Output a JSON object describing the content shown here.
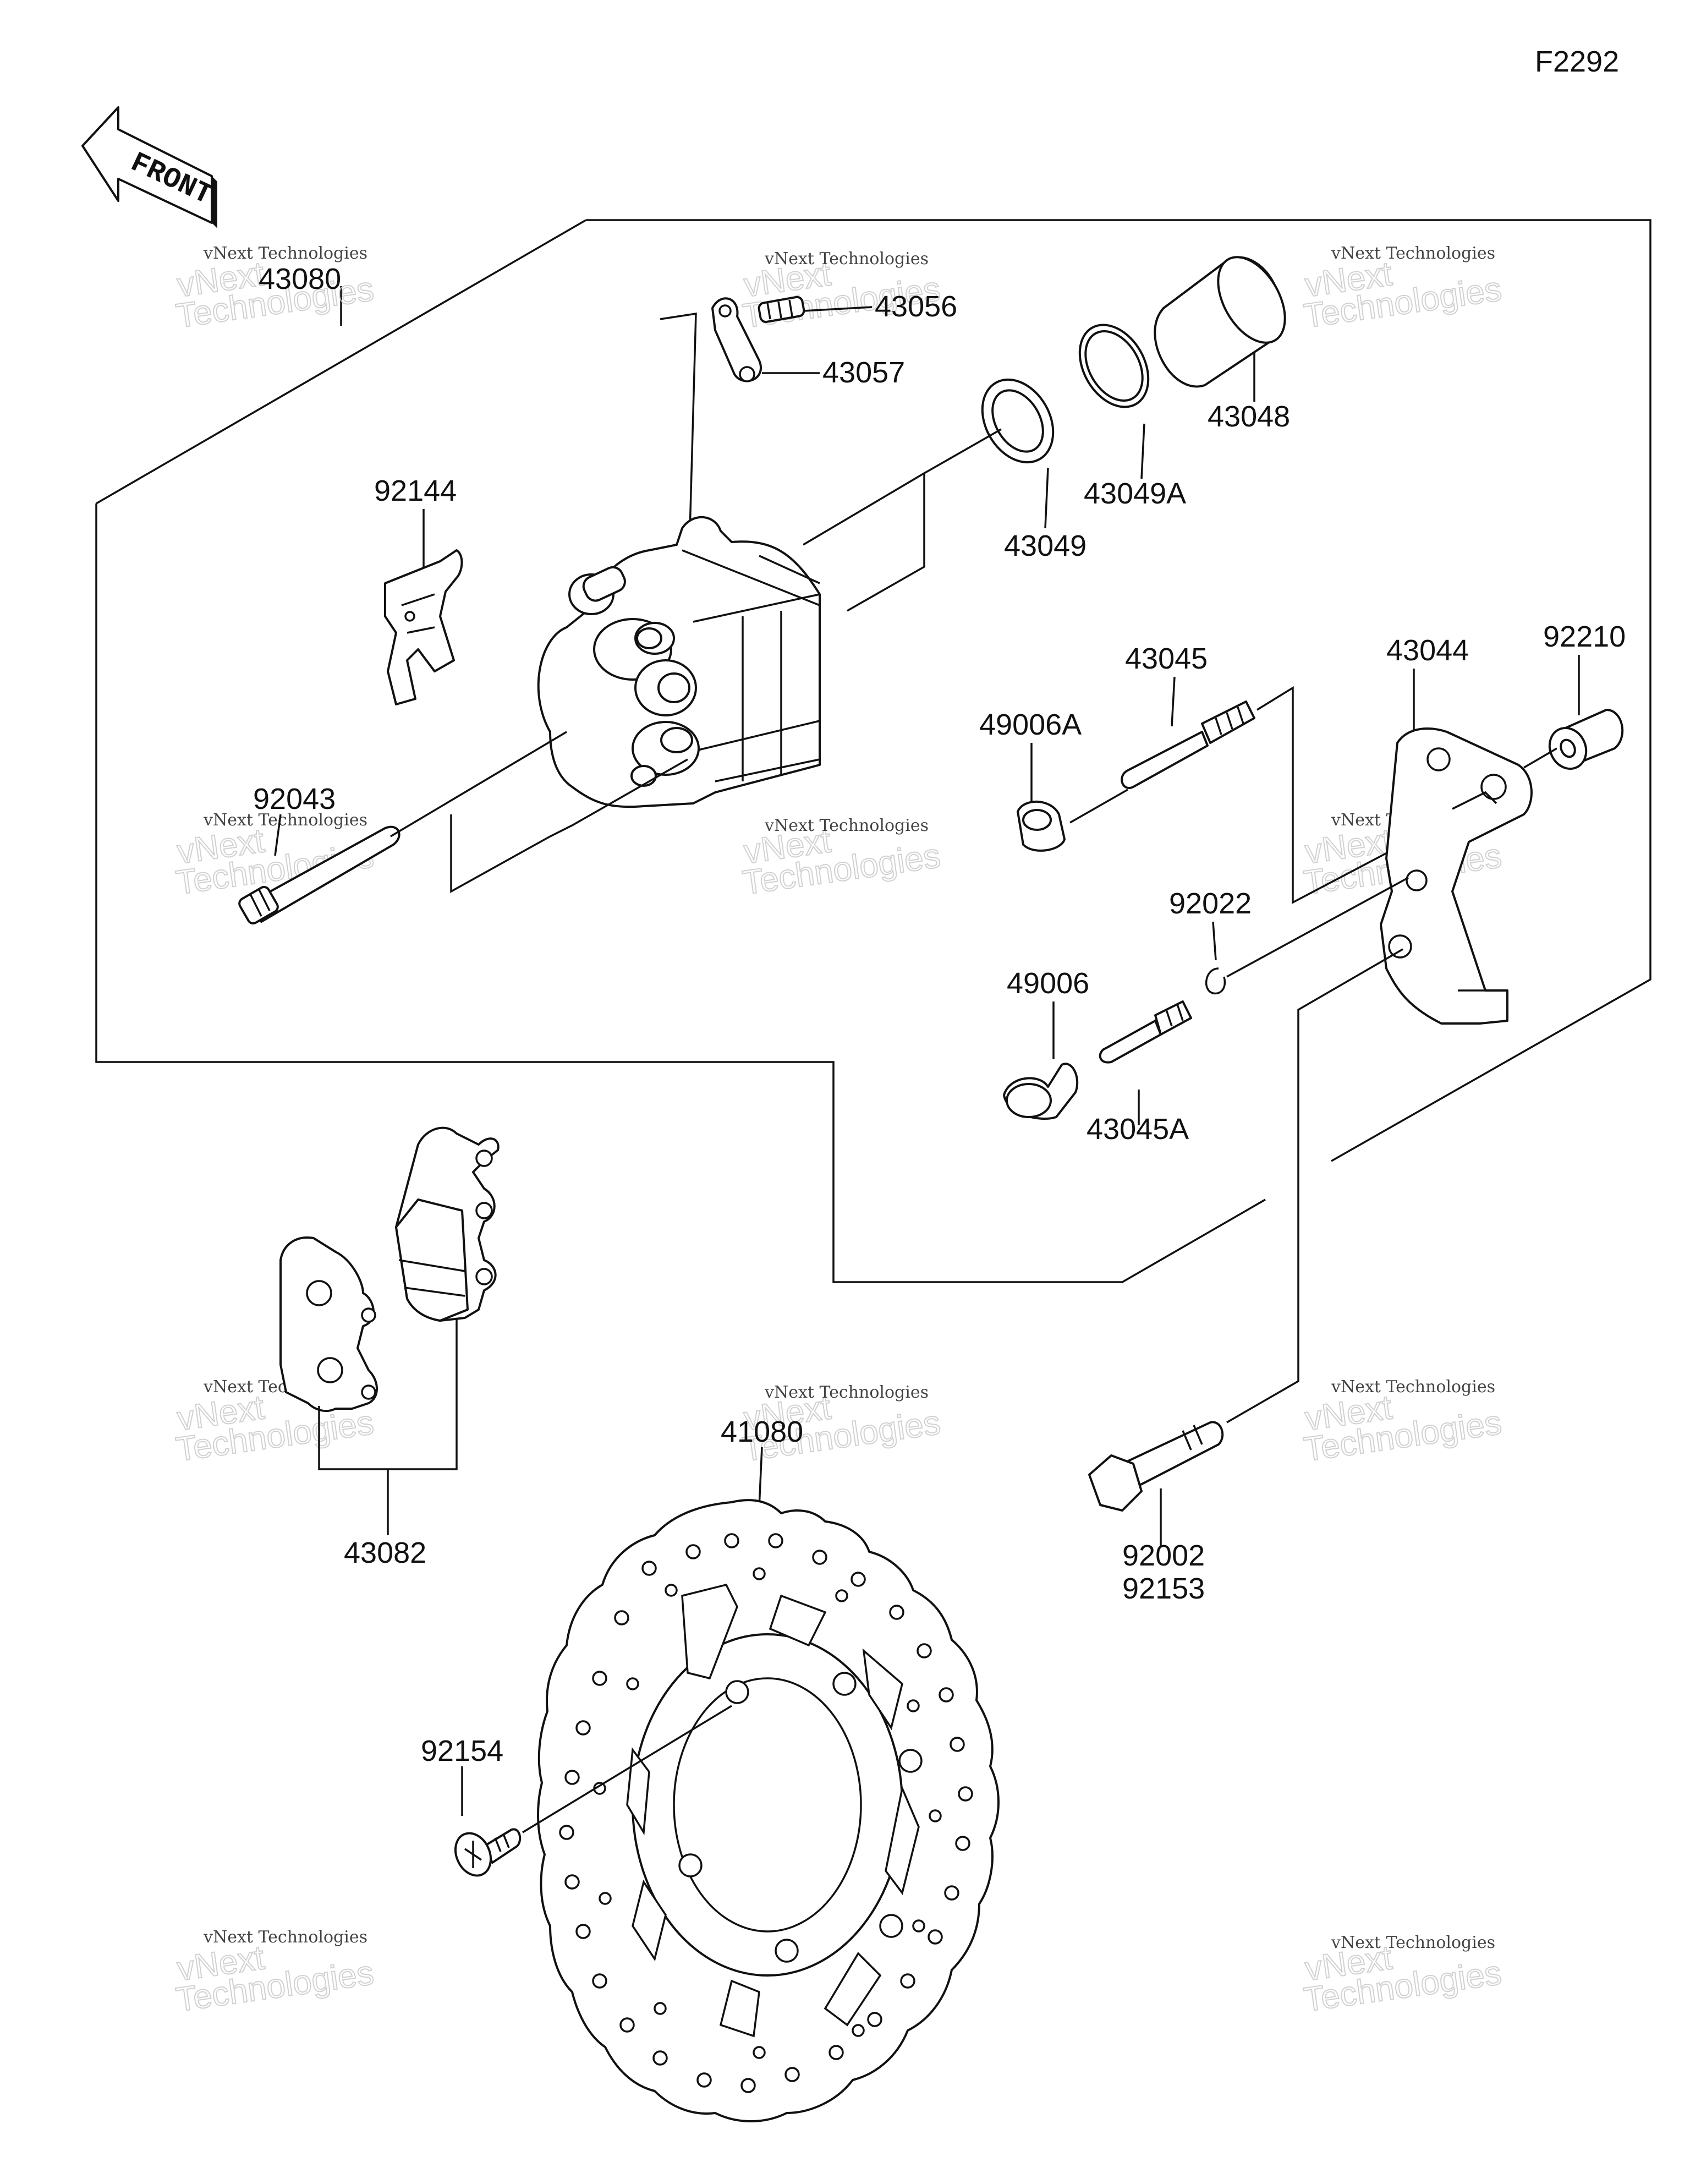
{
  "figure_code": "F2292",
  "front_arrow_text": "FRONT",
  "watermark": {
    "line1": "vNext Technologies",
    "line2": "vNext",
    "line3": "Technologies"
  },
  "part_labels": {
    "p43080": "43080",
    "p43056": "43056",
    "p43057": "43057",
    "p43048": "43048",
    "p43049A": "43049A",
    "p43049": "43049",
    "p92144": "92144",
    "p43045": "43045",
    "p43044": "43044",
    "p92210": "92210",
    "p49006A": "49006A",
    "p92043": "92043",
    "p92022": "92022",
    "p49006": "49006",
    "p43045A": "43045A",
    "p41080": "41080",
    "p43082": "43082",
    "p92002": "92002",
    "p92153": "92153",
    "p92154": "92154"
  }
}
